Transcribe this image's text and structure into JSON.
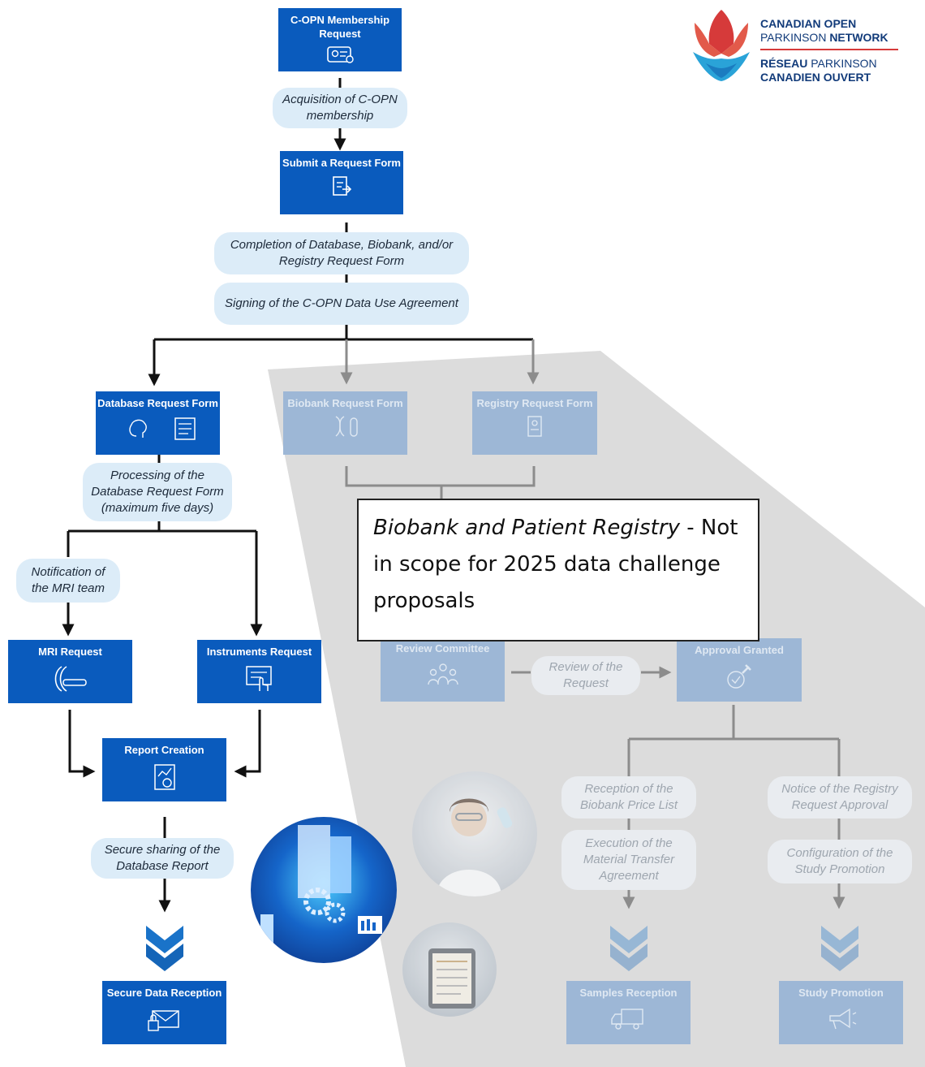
{
  "logo": {
    "line1": "CANADIAN OPEN",
    "line2a": "PARKINSON ",
    "line2b": "NETWORK",
    "line3a": "RÉSEAU ",
    "line3b": "PARKINSON",
    "line4": "CANADIEN OUVERT"
  },
  "boxes": {
    "membership": "C-OPN Membership Request",
    "submit": "Submit a Request Form",
    "database": "Database Request Form",
    "biobank": "Biobank Request Form",
    "registry": "Registry Request Form",
    "mri": "MRI Request",
    "instruments": "Instruments Request",
    "report": "Report Creation",
    "secure": "Secure Data Reception",
    "review": "Review Committee",
    "approval": "Approval Granted",
    "samples": "Samples Reception",
    "promotion": "Study Promotion"
  },
  "steps": {
    "acquisition": "Acquisition of C-OPN membership",
    "completion": "Completion of Database,  Biobank, and/or Registry Request Form",
    "signing": "Signing of the C-OPN Data Use Agreement",
    "processing": "Processing of the Database Request Form (maximum five days)",
    "notification": "Notification of the MRI team",
    "sharing": "Secure sharing of the Database Report",
    "review_request": "Review of the Request",
    "biobank_price": "Reception of the Biobank Price List",
    "mta": "Execution of the Material Transfer Agreement",
    "registry_approval": "Notice of the Registry Request Approval",
    "config": "Configuration of the Study Promotion"
  },
  "notice": {
    "italic": "Biobank and Patient Registry",
    "rest": " - Not in scope for 2025 data challenge proposals"
  },
  "colors": {
    "box": "#0a5bbd",
    "box_faded": "#9db7d6",
    "pill": "#dcecf8",
    "grey_region": "#dcdcdc"
  }
}
